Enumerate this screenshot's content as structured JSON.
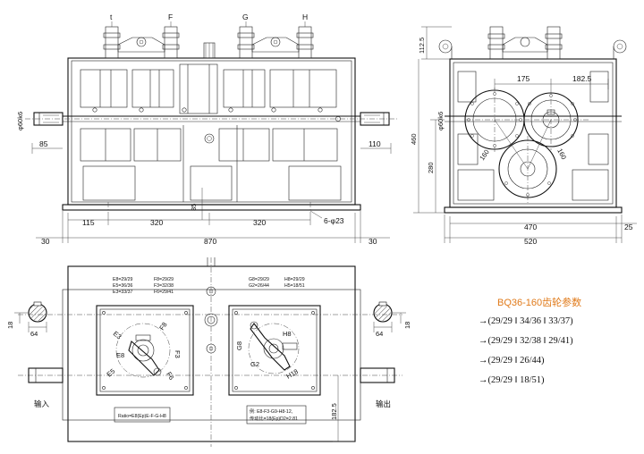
{
  "front_view": {
    "top_labels": [
      "t",
      "F",
      "G",
      "H"
    ],
    "dims": {
      "d115": "115",
      "d320a": "320",
      "d320b": "320",
      "d870": "870",
      "d30l": "30",
      "d30r": "30",
      "d85": "85",
      "d110": "110",
      "d35": "35",
      "holes": "6-φ23",
      "shaft": "φ60k6"
    }
  },
  "side_view": {
    "dims": {
      "d1125": "112.5",
      "d175": "175",
      "d1825": "182.5",
      "d160a": "160",
      "d160b": "160",
      "d460": "460",
      "d280": "280",
      "d470": "470",
      "d25": "25",
      "d520": "520",
      "shaft": "φ60k6"
    }
  },
  "plan_view": {
    "dims": {
      "d18l": "18",
      "d18r": "18",
      "d64l": "64",
      "d64r": "64",
      "d1825": "182.5"
    },
    "input_label": "输入",
    "output_label": "输出",
    "left_table": {
      "c1": [
        "E8=29/29",
        "E5=36/36",
        "E3=33/37"
      ],
      "c2": [
        "F8=29/29",
        "F3=32/38",
        "F6=29/41"
      ]
    },
    "right_table": {
      "c1": [
        "G8=29/29",
        "G2=26/44"
      ],
      "c2": [
        "H8=29/29",
        "H5=18/51"
      ]
    },
    "left_selector": [
      "E3",
      "F8",
      "F3",
      "E8",
      "E5",
      "F6"
    ],
    "right_selector": [
      "G8",
      "G2",
      "H8",
      "H18"
    ],
    "left_plate": "Ratio=E8(Ep)E-F-G-H8",
    "right_plate_line1": "例: E8-F3-G9-H8-12,",
    "right_plate_line2": "传动比=18(Ep)D2=2.81"
  },
  "gear_params": {
    "title": "BQ36-160齿轮参数",
    "rows": [
      "→(29/29 ‖ 34/36 ‖ 33/37)",
      "→(29/29 ‖ 32/38 ‖ 29/41)",
      "→(29/29 ‖ 26/44)",
      "→(29/29 ‖ 18/51)"
    ]
  }
}
